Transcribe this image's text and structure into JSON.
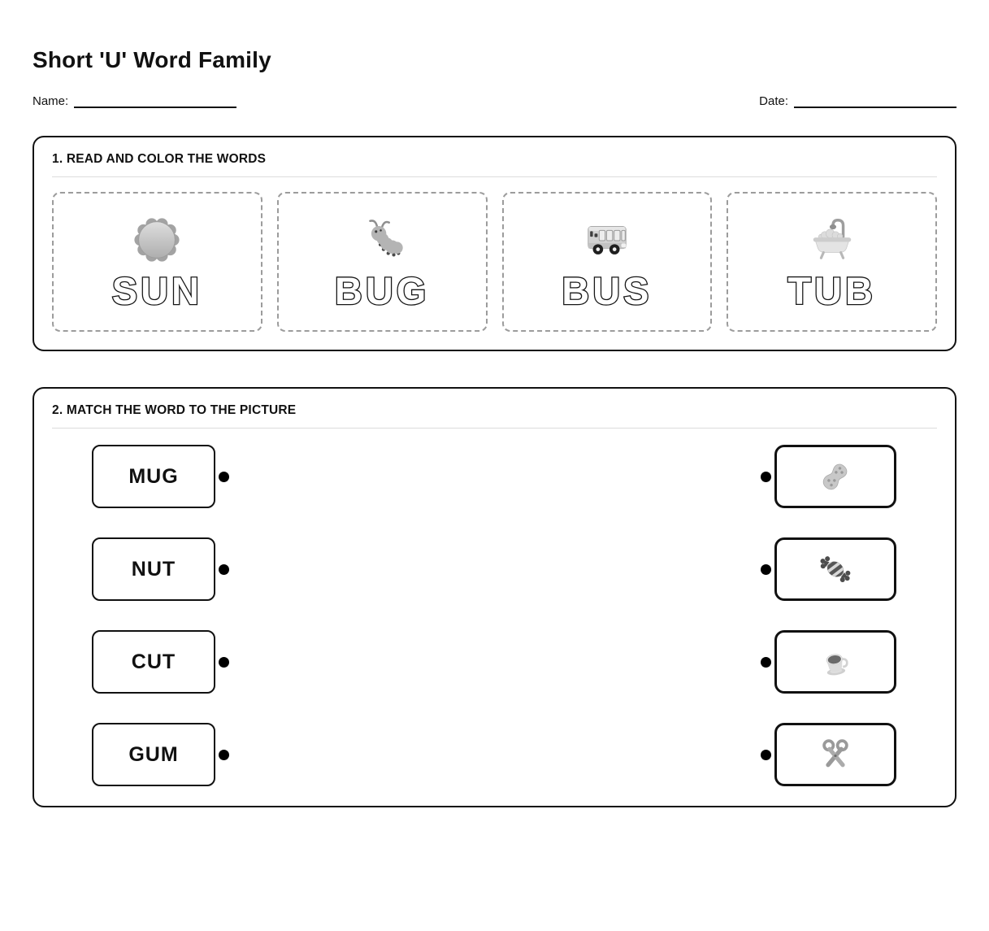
{
  "header": {
    "title": "Short 'U' Word Family",
    "name_label": "Name:",
    "date_label": "Date:"
  },
  "section1": {
    "heading": "1. READ AND COLOR THE WORDS",
    "cards": [
      {
        "word": "SUN",
        "icon": "sun-icon"
      },
      {
        "word": "BUG",
        "icon": "caterpillar-icon"
      },
      {
        "word": "BUS",
        "icon": "bus-icon"
      },
      {
        "word": "TUB",
        "icon": "bathtub-icon"
      }
    ]
  },
  "section2": {
    "heading": "2. MATCH THE WORD TO THE PICTURE",
    "words": [
      {
        "label": "MUG"
      },
      {
        "label": "NUT"
      },
      {
        "label": "CUT"
      },
      {
        "label": "GUM"
      }
    ],
    "pictures": [
      {
        "icon": "peanut-icon"
      },
      {
        "icon": "candy-icon"
      },
      {
        "icon": "coffee-mug-icon"
      },
      {
        "icon": "scissors-icon"
      }
    ]
  },
  "colors": {
    "ink": "#111111",
    "dashed_border": "#9c9c9c",
    "divider": "#dcdcdc",
    "icon_gray": "#b4b4b4"
  }
}
